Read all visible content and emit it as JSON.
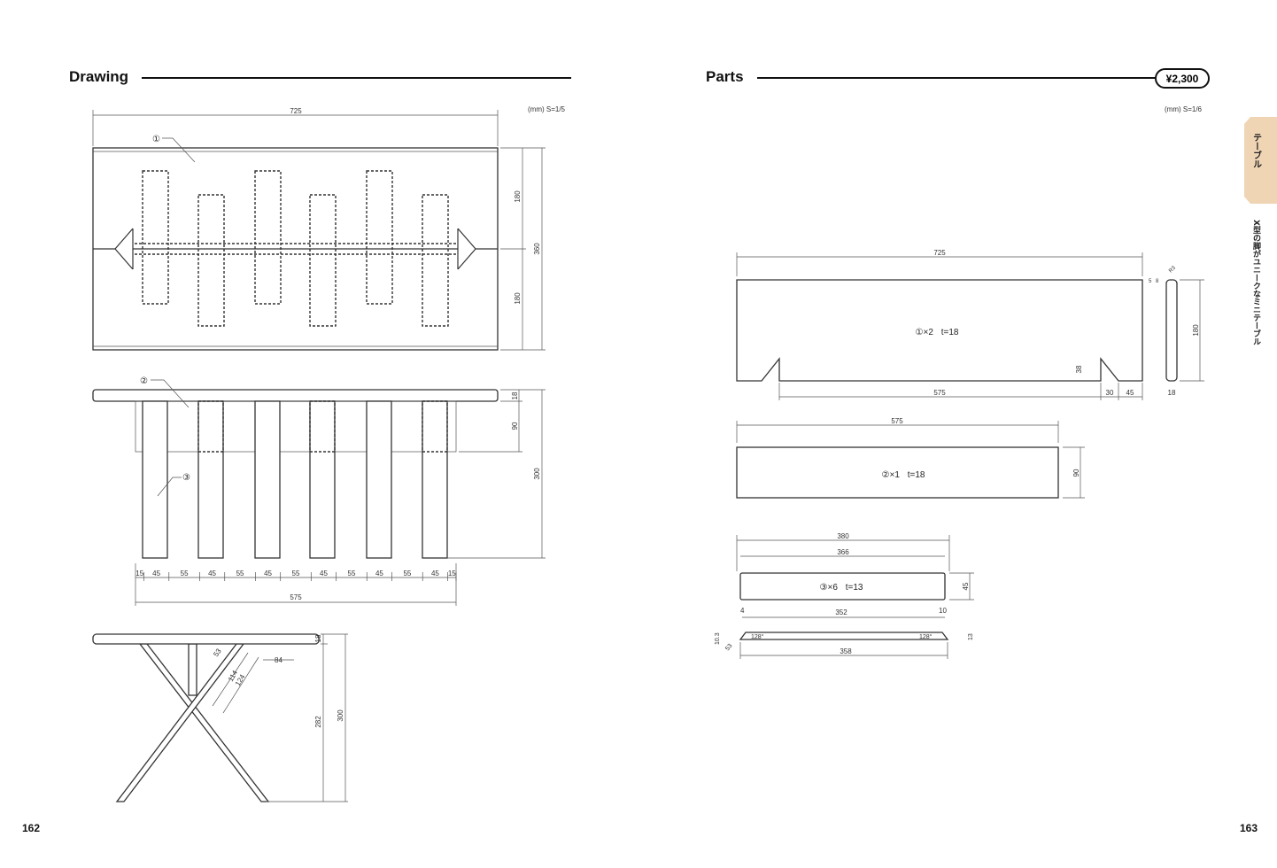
{
  "left_page": {
    "section_title": "Drawing",
    "scale_note": "(mm) S=1/5",
    "page_number": "162",
    "top_view": {
      "part_label": "①",
      "width": "725",
      "half_depth_a": "180",
      "half_depth_b": "180",
      "depth": "360"
    },
    "front_view": {
      "top_label": "②",
      "leg_label": "③",
      "top_thickness": "18",
      "apron_height": "90",
      "height": "300",
      "spacings": [
        "15",
        "45",
        "55",
        "45",
        "55",
        "45",
        "55",
        "45",
        "55",
        "45",
        "55",
        "45",
        "15"
      ],
      "span": "575"
    },
    "side_view": {
      "top_thickness": "18",
      "leg_height": "282",
      "height": "300",
      "offset": "84",
      "length_a": "114",
      "length_b": "124",
      "angle_dim": "53"
    }
  },
  "right_page": {
    "section_title": "Parts",
    "price": "¥2,300",
    "scale_note": "(mm) S=1/6",
    "page_number": "163",
    "tab_label": "テーブル",
    "subtitle": "X型の脚がユニークなミニテーブル",
    "part1": {
      "label": "①×2",
      "thickness": "t=18",
      "length": "725",
      "inner_length": "575",
      "notch_width": "30",
      "end_width": "45",
      "notch_height": "38",
      "height": "180",
      "side_thickness": "18",
      "chamfer_a": "5",
      "chamfer_b": "8",
      "radius": "R3"
    },
    "part2": {
      "label": "②×1",
      "thickness": "t=18",
      "length": "575",
      "height": "90"
    },
    "part3": {
      "label": "③×6",
      "thickness": "t=13",
      "overall": "380",
      "inner": "366",
      "width": "45",
      "offset_left": "4",
      "middle": "352",
      "offset_right": "10",
      "bottom_length": "358",
      "angle_left": "128°",
      "angle_right": "128°",
      "edge_a": "10.3",
      "edge_b": "53",
      "edge_thickness": "13"
    }
  }
}
